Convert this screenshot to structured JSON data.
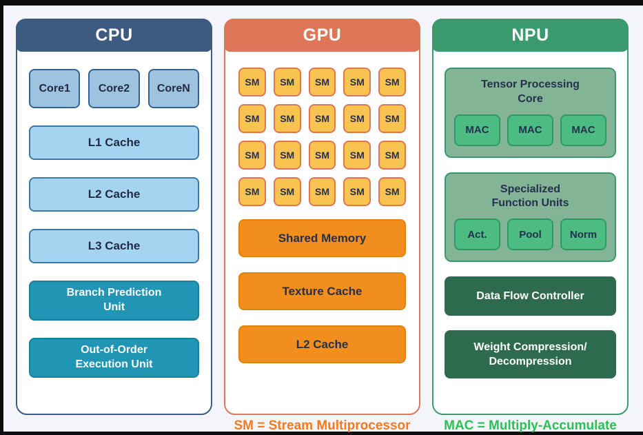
{
  "page": {
    "background": "#f3f5fa",
    "frame_color": "#0d0d0e",
    "text_color": "#25304e"
  },
  "cpu": {
    "title": "CPU",
    "accent": "#3d5a80",
    "core_fill": "#9dc3e0",
    "cache_fill": "#a5d4f0",
    "unit_fill": "#2095b4",
    "cores": [
      "Core1",
      "Core2",
      "CoreN"
    ],
    "caches": [
      "L1 Cache",
      "L2 Cache",
      "L3 Cache"
    ],
    "units": [
      {
        "line1": "Branch Prediction",
        "line2": "Unit"
      },
      {
        "line1": "Out-of-Order",
        "line2": "Execution Unit"
      }
    ]
  },
  "gpu": {
    "title": "GPU",
    "accent": "#de7557",
    "sm_fill": "#f9c351",
    "bar_fill": "#f18e1e",
    "sm_label": "SM",
    "sm_count": 20,
    "bars": [
      "Shared Memory",
      "Texture Cache",
      "L2 Cache"
    ],
    "caption": "SM = Stream Multiprocessor",
    "caption_color": "#f4791f"
  },
  "npu": {
    "title": "NPU",
    "accent": "#3a9a6e",
    "group_fill": "#83b495",
    "item_fill": "#4cbc82",
    "bar_fill": "#2e6b4e",
    "groups": [
      {
        "title_line1": "Tensor Processing",
        "title_line2": "Core",
        "items": [
          "MAC",
          "MAC",
          "MAC"
        ]
      },
      {
        "title_line1": "Specialized",
        "title_line2": "Function Units",
        "items": [
          "Act.",
          "Pool",
          "Norm"
        ]
      }
    ],
    "bars": [
      {
        "line1": "Data Flow Controller",
        "line2": ""
      },
      {
        "line1": "Weight Compression/",
        "line2": "Decompression"
      }
    ],
    "caption": "MAC = Multiply-Accumulate",
    "caption_color": "#2bc155"
  }
}
